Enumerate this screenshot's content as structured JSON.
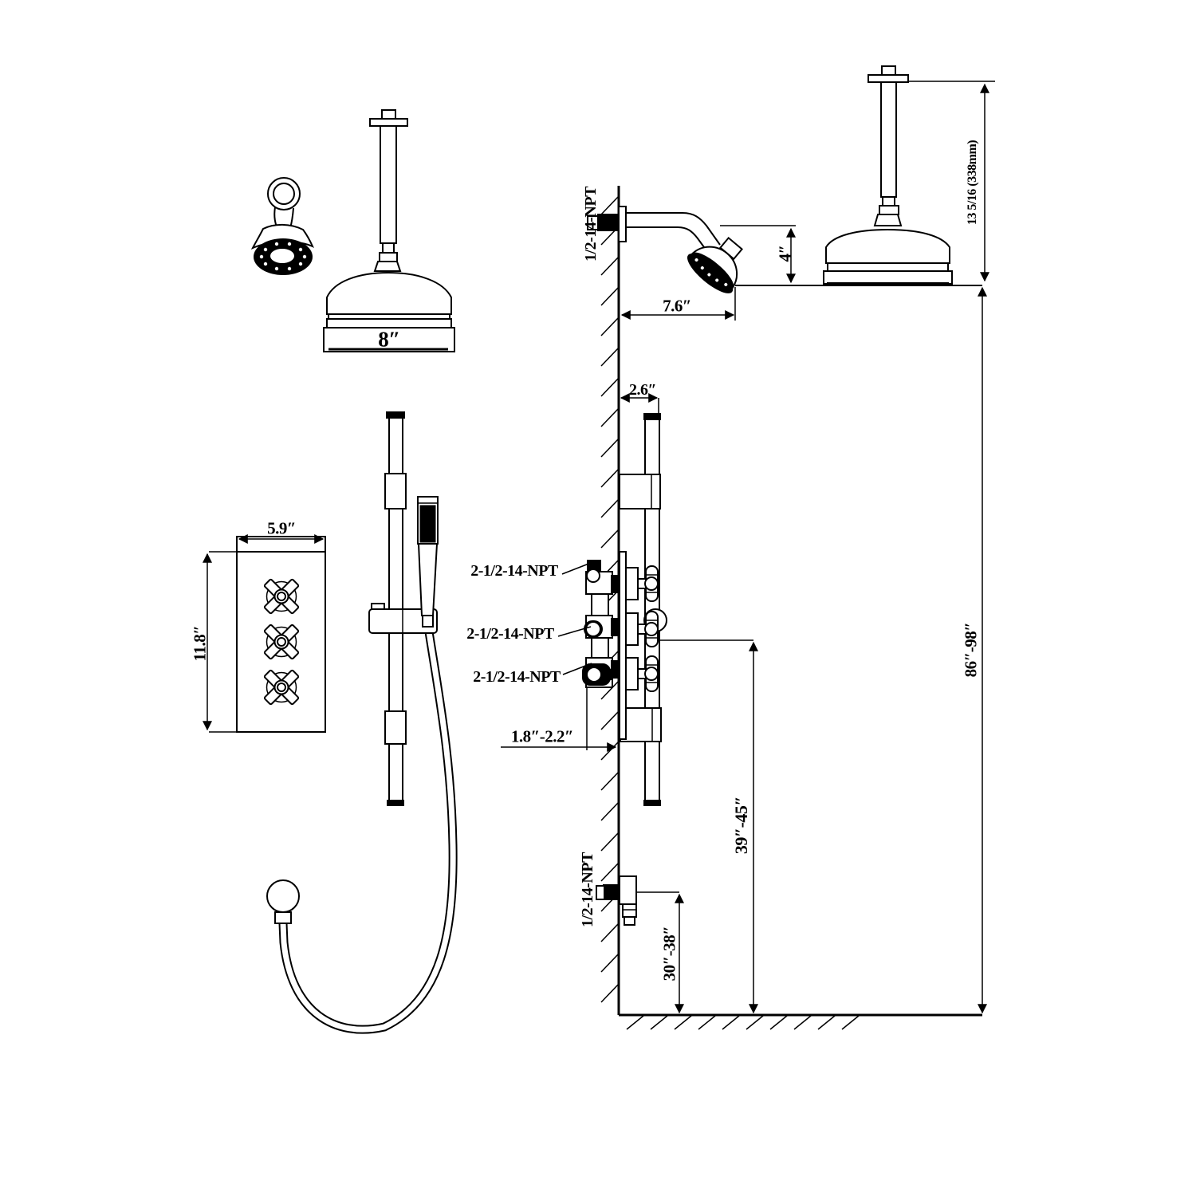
{
  "colors": {
    "line": "#000000",
    "background": "#ffffff"
  },
  "labels": {
    "rain_head_diameter": "8″",
    "plate_width": "5.9″",
    "plate_height": "11.8″",
    "npt_wall_arm": "1/2-14-NPT",
    "npt_outlet_bottom": "1/2-14-NPT",
    "npt_valve_top": "2-1/2-14-NPT",
    "npt_valve_middle": "2-1/2-14-NPT",
    "npt_valve_bottom": "2-1/2-14-NPT",
    "arm_length": "7.6″",
    "head_drop": "4″",
    "bar_offset": "2.6″",
    "ceiling_drop": "13 5/16 (338mm)",
    "overall_height_range": "86″-98″",
    "valve_height_range": "39″-45″",
    "outlet_height_range": "30″-38″",
    "valve_depth_range": "1.8″-2.2″"
  }
}
